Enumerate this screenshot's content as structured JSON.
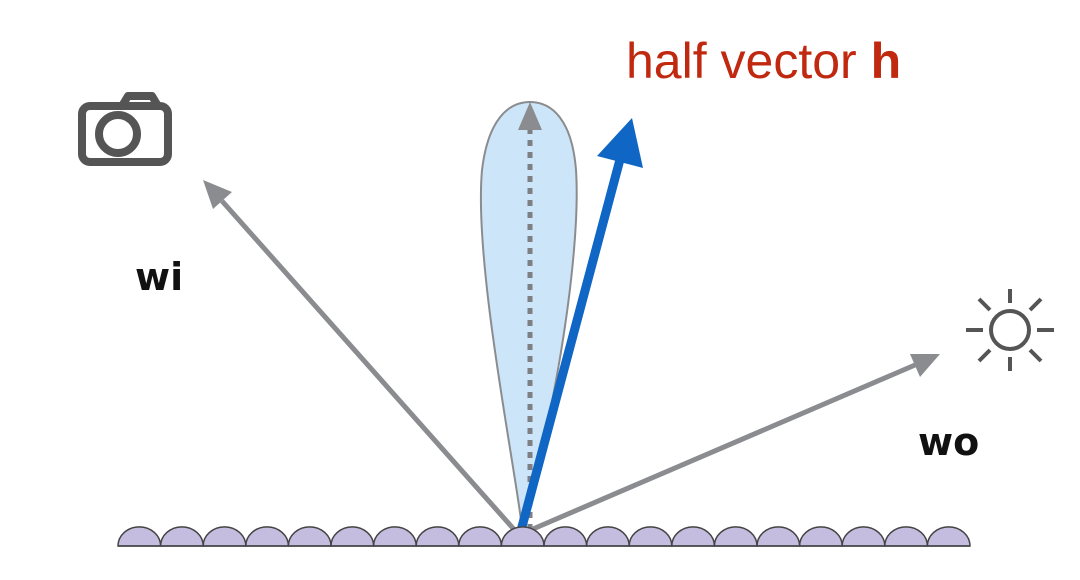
{
  "title": {
    "prefix": "half vector ",
    "symbol": "h",
    "color": "#c0280f"
  },
  "labels": {
    "wi": "wi",
    "wo": "wo"
  },
  "icons": {
    "camera": "camera-icon",
    "light": "sun-icon"
  },
  "colors": {
    "vector_gray": "#8a8c8f",
    "half_vector_blue": "#1066c4",
    "lobe_fill": "#cde5f8",
    "lobe_stroke": "#8a8c8f",
    "surface_fill": "#c4bde0",
    "surface_stroke": "#444444",
    "icon": "#555555",
    "label": "#111111"
  },
  "surface": {
    "bump_count": 20
  }
}
